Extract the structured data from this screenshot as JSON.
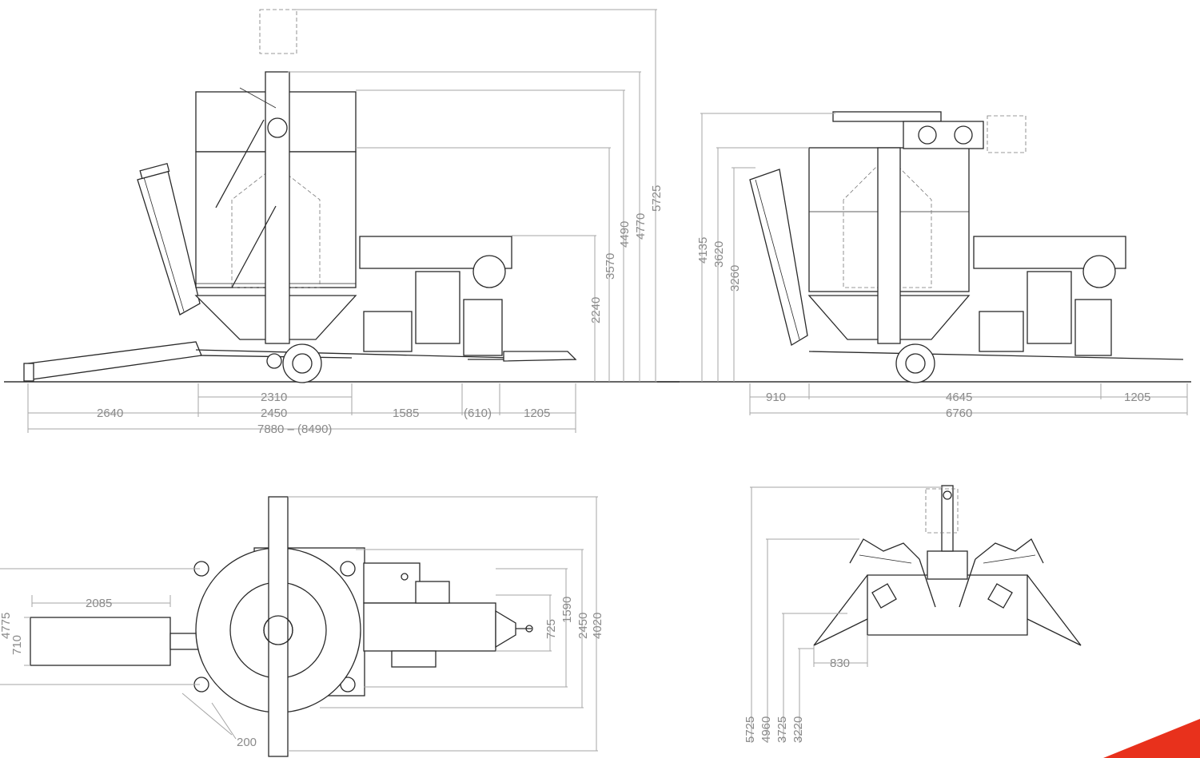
{
  "views": {
    "side_left": {
      "heights": [
        "5725",
        "4770",
        "4490",
        "3570",
        "2240"
      ],
      "lengths": [
        "2310",
        "2640",
        "2450",
        "1585",
        "(610)",
        "1205",
        "7880 – (8490)"
      ]
    },
    "side_right": {
      "heights": [
        "4135",
        "3620",
        "3260"
      ],
      "lengths": [
        "910",
        "4645",
        "1205",
        "6760"
      ]
    },
    "top_view": {
      "widths": [
        "725",
        "1590",
        "2450",
        "4020"
      ],
      "left": [
        "4775",
        "710"
      ],
      "horizontal": [
        "2085"
      ],
      "diagonal": [
        "200"
      ]
    },
    "front_view": {
      "horizontal": [
        "830"
      ],
      "heights": [
        "5725",
        "4960",
        "3725",
        "3220"
      ]
    }
  },
  "brand_color": "#e8311c"
}
